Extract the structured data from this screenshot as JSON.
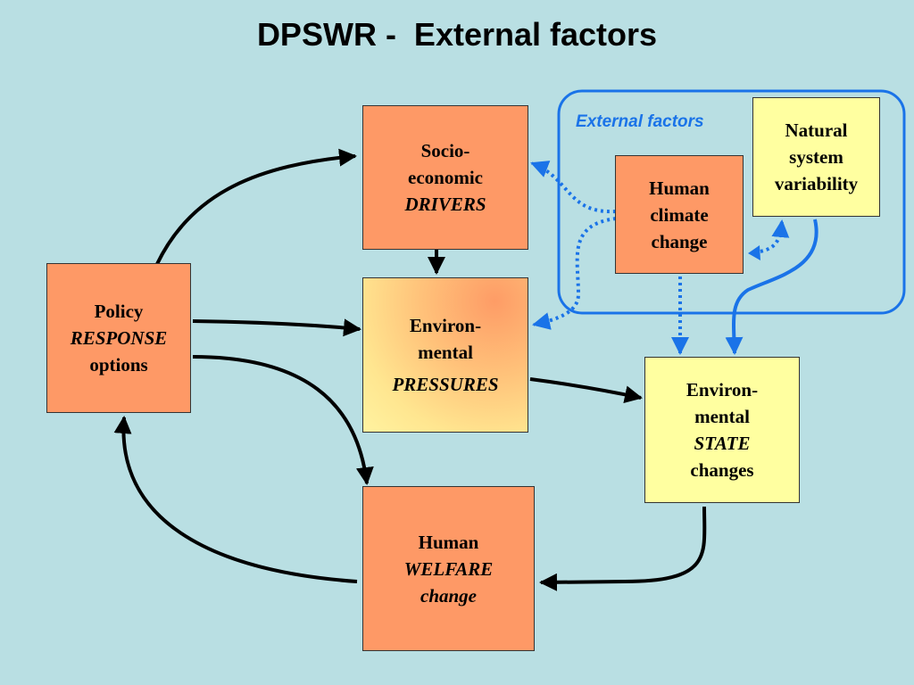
{
  "title": "DPSWR -  External factors",
  "external_group_label": "External factors",
  "boxes": {
    "drivers": {
      "line1": "Socio-",
      "line2": "economic",
      "line3": "DRIVERS"
    },
    "pressures": {
      "line1": "Environ-",
      "line2": "mental",
      "line3": "PRESSURES"
    },
    "policy": {
      "line1": "Policy",
      "line2": "RESPONSE",
      "line3": "options"
    },
    "welfare": {
      "line1": "Human",
      "line2": "WELFARE",
      "line3": "change"
    },
    "state": {
      "line1": "Environ-",
      "line2": "mental",
      "line3": "STATE",
      "line4": "changes"
    },
    "climate": {
      "line1": "Human",
      "line2": "climate",
      "line3": "change"
    },
    "natural": {
      "line1": "Natural",
      "line2": "system",
      "line3": "variability"
    }
  },
  "colors": {
    "background": "#b9dfe3",
    "box_orange": "#fe9966",
    "box_yellow": "#ffffa0",
    "external_blue": "#1a73e8",
    "arrow_black": "#000000"
  }
}
